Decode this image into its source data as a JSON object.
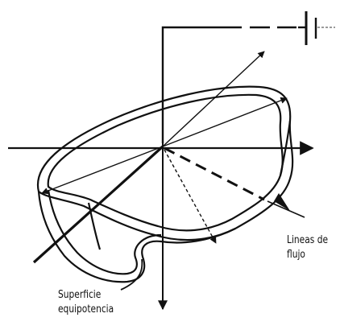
{
  "labels": {
    "flux_lines_line1": "Lineas de",
    "flux_lines_line2": "flujo",
    "surface_line1": "Superficie",
    "surface_line2": "equipotencia"
  },
  "colors": {
    "ink": "#111111",
    "battery_terminal": "#9a9a9a",
    "background": "#ffffff"
  },
  "icons": {
    "battery": "battery-symbol-icon"
  }
}
